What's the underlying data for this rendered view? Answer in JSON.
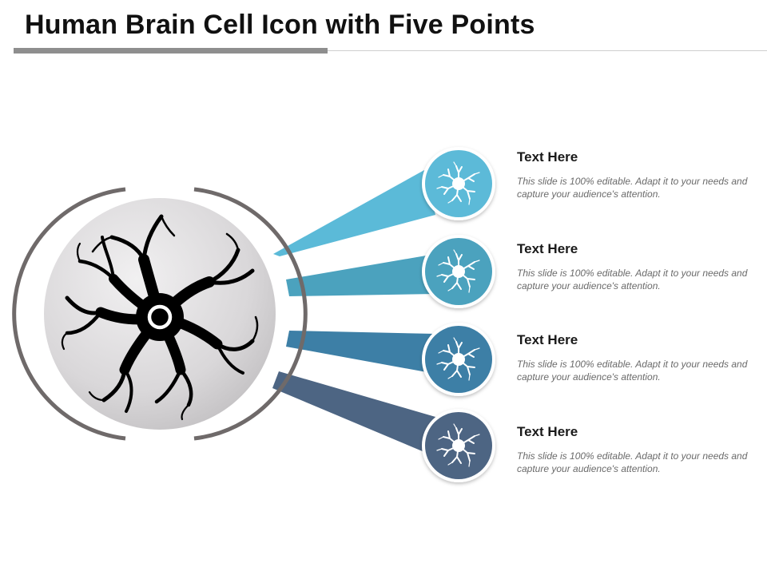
{
  "slide": {
    "title": "Human Brain Cell Icon with Five Points"
  },
  "colors": {
    "teal_light": "#5BBAD8",
    "teal": "#4BA2BE",
    "blue": "#3D7FA6",
    "slate": "#4D6583",
    "ring": "#6f6a6a",
    "center_fill": "#d6d4d6"
  },
  "points": [
    {
      "title": "Text Here",
      "body": "This slide is 100% editable. Adapt it to your needs and capture your audience's attention.",
      "icon": "neuron-icon"
    },
    {
      "title": "Text Here",
      "body": "This slide is 100% editable. Adapt it to your needs and capture your audience's attention.",
      "icon": "neuron-icon"
    },
    {
      "title": "Text Here",
      "body": "This slide is 100% editable. Adapt it to your needs and capture your audience's attention.",
      "icon": "neuron-icon"
    },
    {
      "title": "Text Here",
      "body": "This slide is 100% editable. Adapt it to your needs and capture your audience's attention.",
      "icon": "neuron-icon"
    }
  ]
}
